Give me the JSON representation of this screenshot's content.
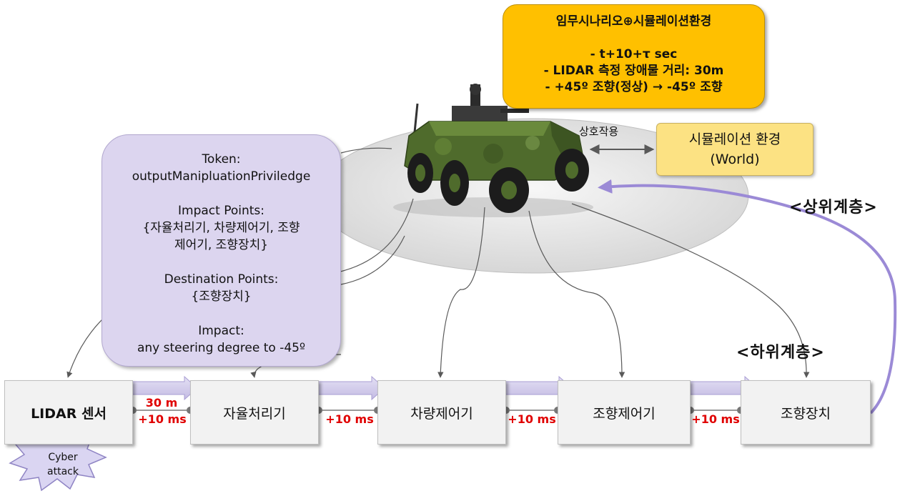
{
  "scenario": {
    "title": "임무시나리오⊕시뮬레이션환경",
    "lines": [
      "- t+10+τ sec",
      "- LIDAR 측정 장애물 거리: 30m",
      "- +45º 조향(정상) → -45º 조향"
    ]
  },
  "world": {
    "line1": "시뮬레이션 환경",
    "line2": "(World)"
  },
  "interaction_label": "상호작용",
  "token": {
    "token_label": "Token:",
    "token_value": "outputManipluationPriviledge",
    "impact_points_label": "Impact Points:",
    "impact_points_line1": "{자율처리기, 차량제어기, 조향",
    "impact_points_line2": "제어기, 조향장치}",
    "destination_label": "Destination Points:",
    "destination_value": "{조향장치}",
    "impact_label": "Impact:",
    "impact_value": "any steering degree to -45º"
  },
  "tiers": {
    "upper": "<상위계층>",
    "lower": "<하위계층>"
  },
  "pipeline": [
    {
      "label": "LIDAR 센서"
    },
    {
      "label": "자율처리기"
    },
    {
      "label": "차량제어기"
    },
    {
      "label": "조향제어기"
    },
    {
      "label": "조향장치"
    }
  ],
  "links": [
    {
      "distance": "30 m",
      "latency": "+10 ms"
    },
    {
      "latency": "+10 ms"
    },
    {
      "latency": "+10 ms"
    },
    {
      "latency": "+10 ms"
    }
  ],
  "cyber_attack": {
    "line1": "Cyber",
    "line2": "attack"
  },
  "colors": {
    "scenario_fill": "#ffc000",
    "world_fill": "#fce283",
    "token_fill": "#dcd5ef",
    "feedback_arrow": "#9b8ad6",
    "latency_text": "#e00000",
    "node_fill": "#f2f2f2",
    "vehicle_body": "#4f6b2c"
  }
}
